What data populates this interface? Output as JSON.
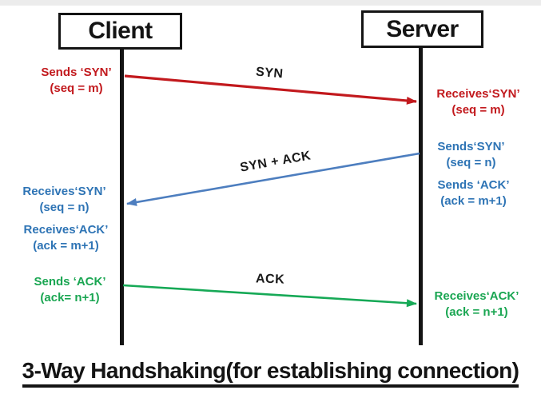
{
  "title": "3-Way Handshaking(for establishing connection)",
  "actors": {
    "client": "Client",
    "server": "Server"
  },
  "messages": [
    {
      "id": "syn",
      "label": "SYN",
      "from": "Client",
      "to": "Server",
      "color": "#c2191d"
    },
    {
      "id": "syn-ack",
      "label": "SYN + ACK",
      "from": "Server",
      "to": "Client",
      "color": "#4d7ebf"
    },
    {
      "id": "ack",
      "label": "ACK",
      "from": "Client",
      "to": "Server",
      "color": "#16a956"
    }
  ],
  "annotations": {
    "client": [
      {
        "line1": "Sends ‘SYN’",
        "line2": "(seq = m)",
        "color": "#c2191d"
      },
      {
        "line1": "Receives‘SYN’",
        "line2": "(seq = n)",
        "color": "#2e74b5"
      },
      {
        "line1": "Receives‘ACK’",
        "line2": "(ack = m+1)",
        "color": "#2e74b5"
      },
      {
        "line1": "Sends ‘ACK’",
        "line2": "(ack= n+1)",
        "color": "#1aa652"
      }
    ],
    "server": [
      {
        "line1": "Receives‘SYN’",
        "line2": "(seq = m)",
        "color": "#c2191d"
      },
      {
        "line1": "Sends‘SYN’",
        "line2": "(seq = n)",
        "color": "#2e74b5"
      },
      {
        "line1": "Sends ‘ACK’",
        "line2": "(ack = m+1)",
        "color": "#2e74b5"
      },
      {
        "line1": "Receives‘ACK’",
        "line2": "(ack = n+1)",
        "color": "#1aa652"
      }
    ]
  },
  "colors": {
    "syn_arrow": "#c2191d",
    "syn_ack_arrow": "#4d7ebf",
    "ack_arrow": "#16a956",
    "lifeline": "#141414",
    "red_text": "#c2191d",
    "blue_text": "#2e74b5",
    "green_text": "#1aa652"
  }
}
